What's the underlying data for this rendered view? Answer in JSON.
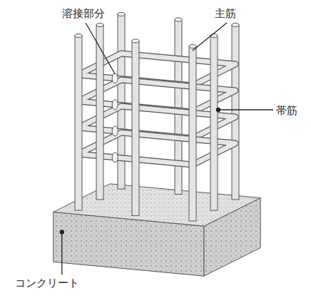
{
  "diagram": {
    "labels": [
      "溶接部分",
      "主筋",
      "帯筋",
      "コンクリート"
    ]
  }
}
